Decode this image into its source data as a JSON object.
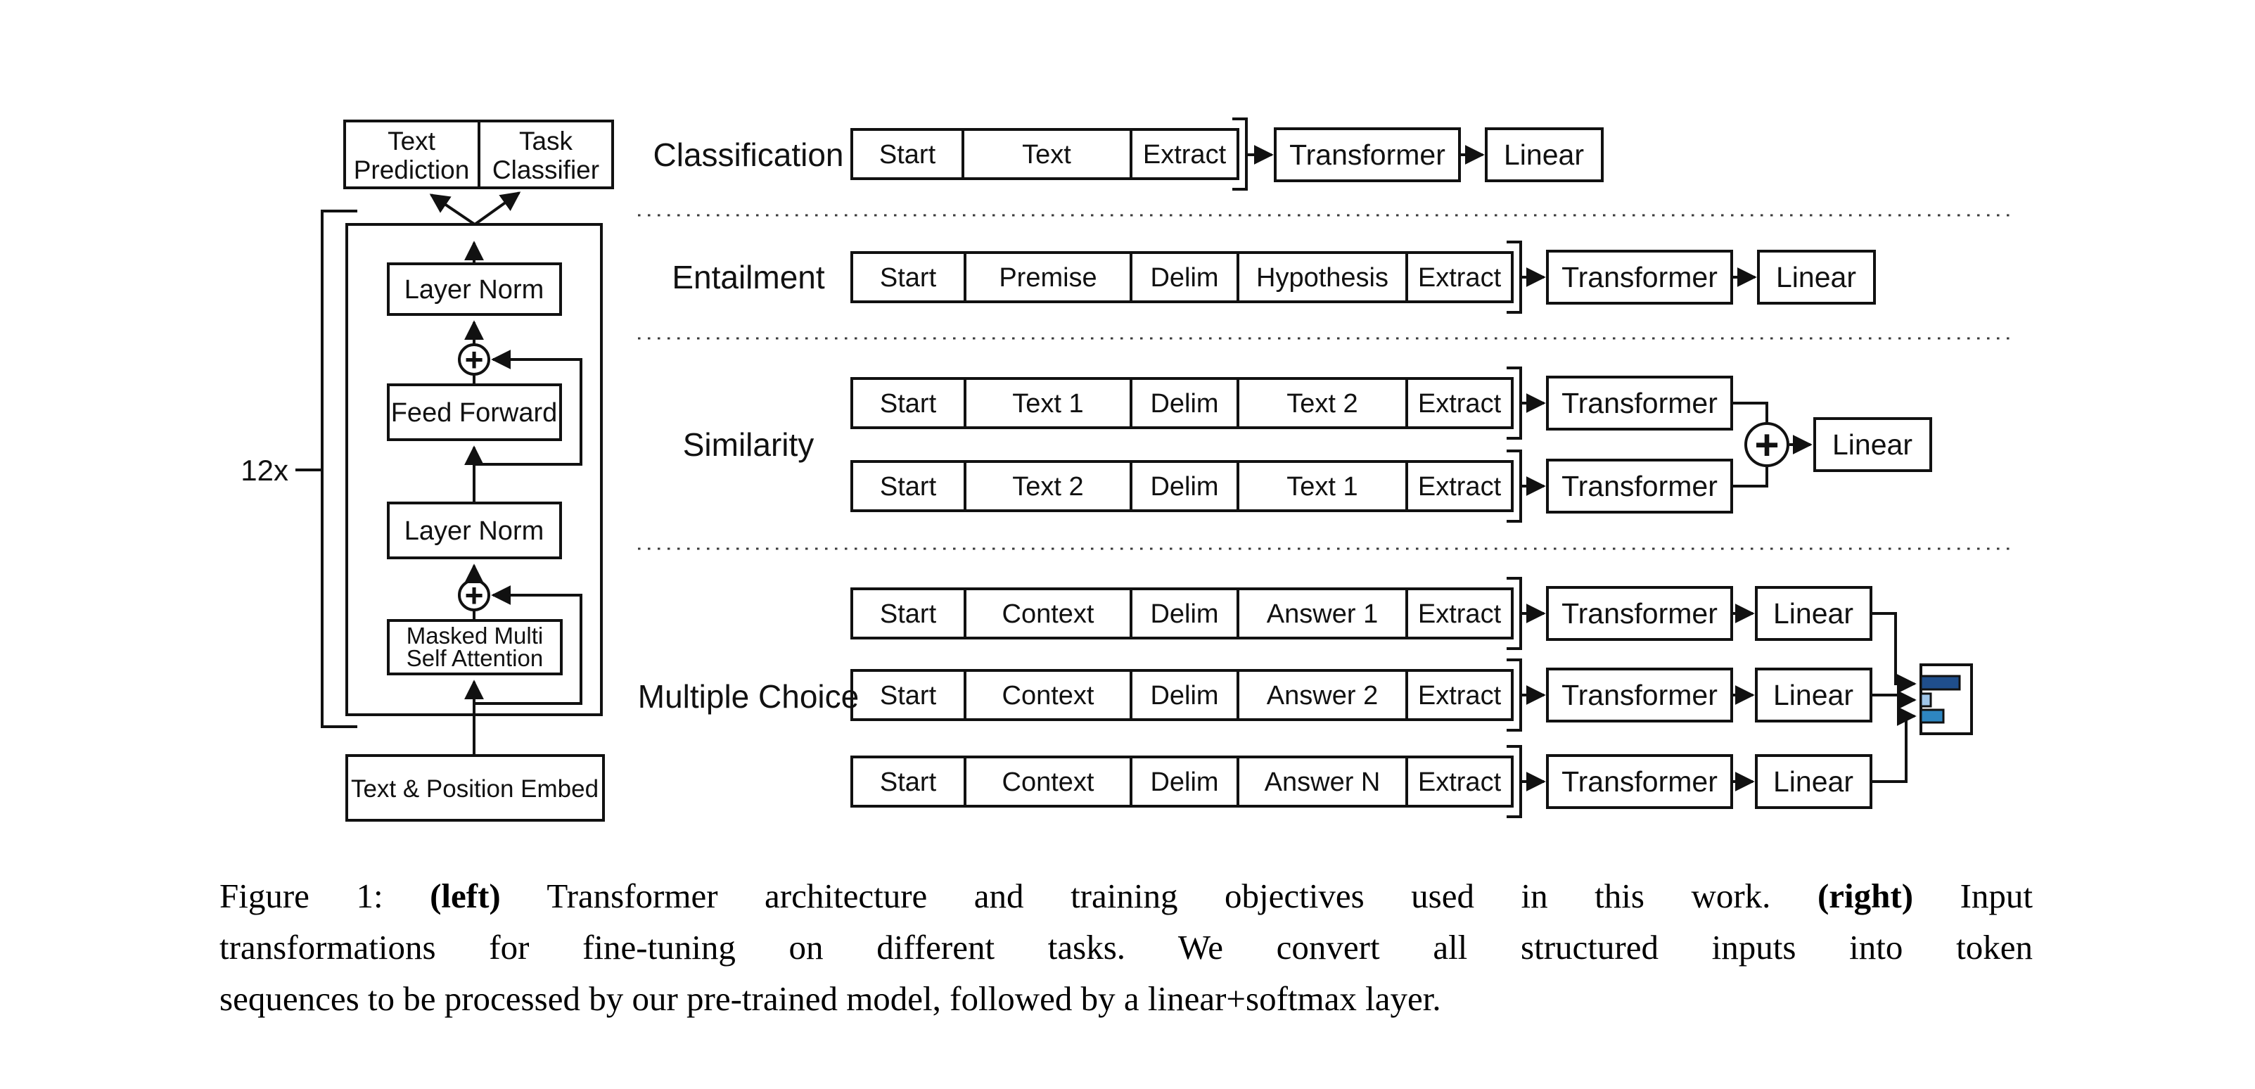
{
  "colors": {
    "token_blue": "#cfe2f3",
    "token_lavender": "#d9d2e9",
    "container_blue": "#cfe2f3",
    "green_light": "#b6d7a8",
    "green_dark": "#93c47d",
    "green_transformer": "#a9d18e",
    "purple": "#b4a7d6",
    "yellow": "#fce183",
    "pink": "#d5a6bd",
    "orange": "#f9cb9c",
    "chart_bar_dark": "#1f4e8c",
    "chart_bar_light": "#9fc5e8",
    "chart_bar_mid": "#2e86c1",
    "white": "#ffffff"
  },
  "left_panel": {
    "text_prediction_line1": "Text",
    "text_prediction_line2": "Prediction",
    "task_classifier_line1": "Task",
    "task_classifier_line2": "Classifier",
    "repeat_label": "12x",
    "layer_norm_top": "Layer Norm",
    "feed_forward": "Feed Forward",
    "layer_norm_bottom": "Layer Norm",
    "masked_attention_line1": "Masked Multi",
    "masked_attention_line2": "Self Attention",
    "embed": "Text & Position Embed",
    "plus": "+"
  },
  "right_panel": {
    "classification": {
      "label": "Classification",
      "tokens": [
        "Start",
        "Text",
        "Extract"
      ],
      "transformer": "Transformer",
      "linear": "Linear"
    },
    "entailment": {
      "label": "Entailment",
      "tokens": [
        "Start",
        "Premise",
        "Delim",
        "Hypothesis",
        "Extract"
      ],
      "transformer": "Transformer",
      "linear": "Linear"
    },
    "similarity": {
      "label": "Similarity",
      "row1_tokens": [
        "Start",
        "Text 1",
        "Delim",
        "Text 2",
        "Extract"
      ],
      "row2_tokens": [
        "Start",
        "Text 2",
        "Delim",
        "Text 1",
        "Extract"
      ],
      "transformer1": "Transformer",
      "transformer2": "Transformer",
      "plus": "+",
      "linear": "Linear"
    },
    "multiple_choice": {
      "label": "Multiple Choice",
      "rows": [
        {
          "tokens": [
            "Start",
            "Context",
            "Delim",
            "Answer 1",
            "Extract"
          ],
          "transformer": "Transformer",
          "linear": "Linear"
        },
        {
          "tokens": [
            "Start",
            "Context",
            "Delim",
            "Answer 2",
            "Extract"
          ],
          "transformer": "Transformer",
          "linear": "Linear"
        },
        {
          "tokens": [
            "Start",
            "Context",
            "Delim",
            "Answer N",
            "Extract"
          ],
          "transformer": "Transformer",
          "linear": "Linear"
        }
      ]
    }
  },
  "caption": {
    "line1_pre": "Figure 1: ",
    "line1_left_bold": "(left)",
    "line1_mid": " Transformer architecture and training objectives used in this work. ",
    "line1_right_bold": "(right)",
    "line1_post": " Input",
    "line2": "transformations for fine-tuning on different tasks. We convert all structured inputs into token",
    "line3": "sequences to be processed by our pre-trained model, followed by a linear+softmax layer."
  }
}
